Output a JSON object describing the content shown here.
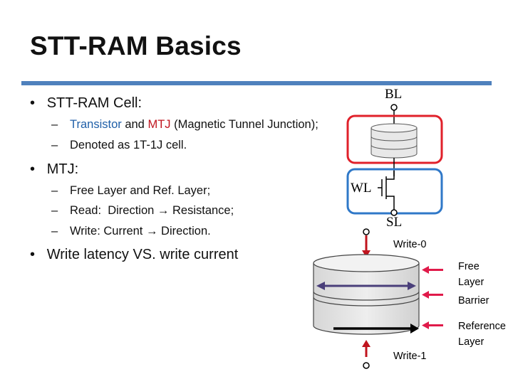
{
  "slide": {
    "title": "STT-RAM Basics",
    "bullets": [
      {
        "text": "STT-RAM Cell:",
        "subs": [
          {
            "parts": [
              {
                "text": "Transistor",
                "color": "#1f5fa8"
              },
              {
                "text": " and ",
                "color": "#111111"
              },
              {
                "text": "MTJ",
                "color": "#c0141e"
              },
              {
                "text": " (Magnetic Tunnel Junction);",
                "color": "#111111"
              }
            ]
          },
          {
            "parts": [
              {
                "text": "Denoted as 1T-1J cell.",
                "color": "#111111"
              }
            ]
          }
        ]
      },
      {
        "text": "MTJ:",
        "subs": [
          {
            "parts": [
              {
                "text": "Free Layer and Ref. Layer;",
                "color": "#111111"
              }
            ]
          },
          {
            "parts": [
              {
                "text": "Read:  Direction → Resistance;",
                "color": "#111111"
              }
            ]
          },
          {
            "parts": [
              {
                "text": "Write: Current → Direction.",
                "color": "#111111"
              }
            ]
          }
        ]
      },
      {
        "text": "Write latency VS. write current",
        "subs": []
      }
    ],
    "dash": "–",
    "bullet_glyph": "•"
  },
  "cell_diagram": {
    "bl_label": "BL",
    "wl_label": "WL",
    "sl_label": "SL",
    "mtj_box_color": "#e0202a",
    "transistor_box_color": "#2f78c8"
  },
  "mtj_diagram": {
    "write0_label": "Write-0",
    "write1_label": "Write-1",
    "free_layer_label": [
      "Free",
      "Layer"
    ],
    "barrier_label": "Barrier",
    "reference_layer_label": [
      "Reference",
      "Layer"
    ],
    "current_arrow_color": "#c0141e",
    "free_arrow_color": "#4a3f7a",
    "ref_arrow_color": "#000000",
    "pointer_color": "#e01a4a"
  }
}
